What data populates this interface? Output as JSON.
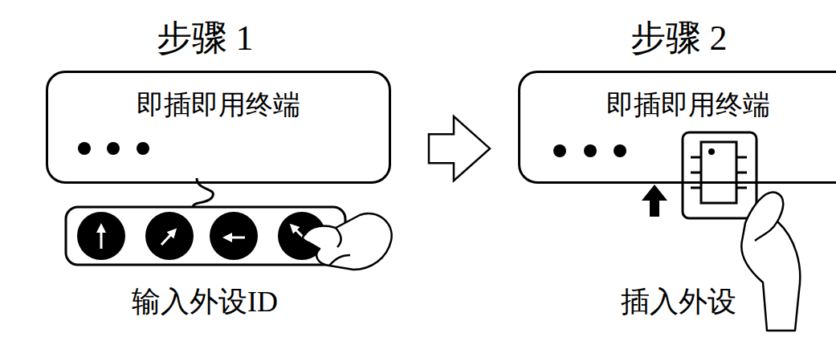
{
  "diagram": {
    "nodes": [
      {
        "text": [
          "即插即用终端"
        ]
      },
      {
        "text": [
          "即插即用终端"
        ]
      }
    ],
    "edges": [
      {
        "from": 0,
        "to": 1,
        "arrow": "to"
      }
    ],
    "labels": [
      "步骤 1",
      "步骤 2",
      "输入外设ID",
      "插入外设"
    ]
  }
}
